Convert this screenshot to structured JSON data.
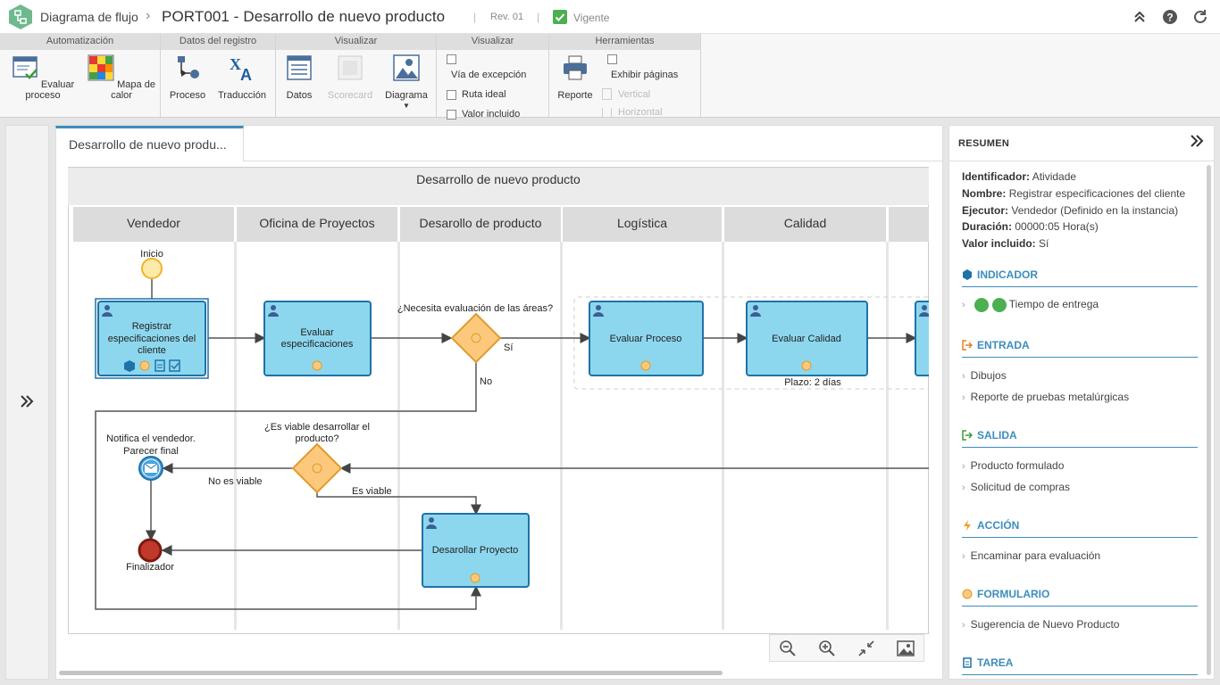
{
  "topbar": {
    "breadcrumb": "Diagrama de flujo",
    "title": "PORT001 - Desarrollo de nuevo producto",
    "revision": "Rev. 01",
    "status": "Vigente"
  },
  "ribbon": {
    "groups": [
      "Automatización",
      "Datos del registro",
      "Visualizar",
      "Visualizar",
      "Herramientas"
    ],
    "buttons": {
      "evaluar": "Evaluar proceso",
      "mapa": "Mapa de calor",
      "proceso": "Proceso",
      "traduccion": "Traducción",
      "datos": "Datos",
      "scorecard": "Scorecard",
      "diagrama": "Diagrama",
      "reporte": "Reporte"
    },
    "checks": {
      "excepcion": "Vía de excepción",
      "ruta": "Ruta ideal",
      "valor": "Valor incluido",
      "exhibir": "Exhibir páginas",
      "vertical": "Vertical",
      "horizontal": "Horizontal"
    }
  },
  "tab": {
    "label": "Desarrollo de nuevo produ..."
  },
  "diagram": {
    "title": "Desarrollo de nuevo producto",
    "lanes": [
      "Vendedor",
      "Oficina de Proyectos",
      "Desarollo de producto",
      "Logística",
      "Calidad"
    ],
    "labels": {
      "inicio": "Inicio",
      "task1": "Registrar especificaciones del cliente",
      "task2": "Evaluar especificaciones",
      "gw1": "¿Necesita evaluación de las áreas?",
      "si": "Sí",
      "no": "No",
      "task3": "Evaluar Proceso",
      "task4": "Evaluar Calidad",
      "plazo": "Plazo: 2 días",
      "gw2a": "¿Es viable desarrollar el",
      "gw2b": "producto?",
      "notif_a": "Notifica el vendedor.",
      "notif_b": "Parecer final",
      "noviable": "No es viable",
      "esviable": "Es viable",
      "task5": "Desarollar Proyecto",
      "fin": "Finalizador"
    }
  },
  "summary": {
    "title": "RESUMEN",
    "fields": [
      {
        "k": "Identificador:",
        "v": "Atividade"
      },
      {
        "k": "Nombre:",
        "v": "Registrar especificaciones del cliente"
      },
      {
        "k": "Ejecutor:",
        "v": "Vendedor (Definido en la instancia)"
      },
      {
        "k": "Duración:",
        "v": "00000:05 Hora(s)"
      },
      {
        "k": "Valor incluido:",
        "v": "Sí"
      }
    ],
    "sections": {
      "indicador": "INDICADOR",
      "entrada": "ENTRADA",
      "salida": "SALIDA",
      "accion": "ACCIÓN",
      "formulario": "FORMULARIO",
      "tarea": "TAREA"
    },
    "items": {
      "indicador": [
        "Tiempo de entrega"
      ],
      "entrada": [
        "Dibujos",
        "Reporte de pruebas metalúrgicas"
      ],
      "salida": [
        "Producto formulado",
        "Solicitud de compras"
      ],
      "accion": [
        "Encaminar para evaluación"
      ],
      "formulario": [
        "Sugerencia de Nuevo Producto"
      ]
    }
  },
  "colors": {
    "accent": "#3c8dbc",
    "task_fill": "#8dd7ee",
    "task_stroke": "#1e72a8",
    "gateway": "#fcc97c",
    "status_green": "#4caf50"
  }
}
